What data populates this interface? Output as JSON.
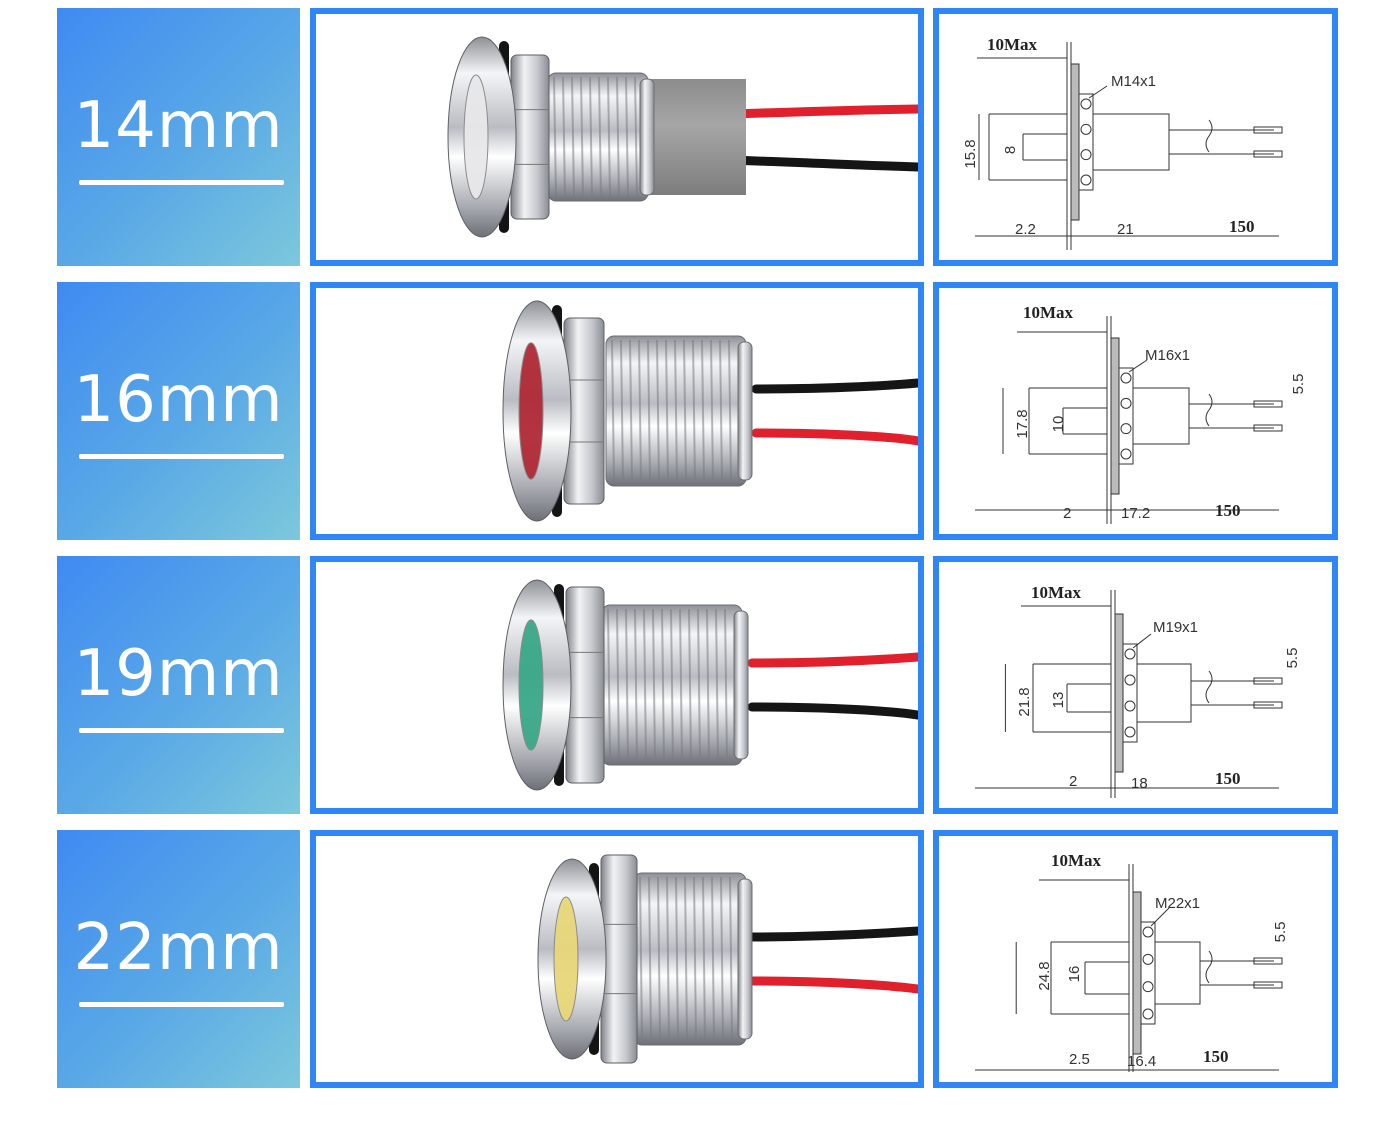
{
  "rows": [
    {
      "size_label": "14mm",
      "lamp_color": "#e8e8ea",
      "has_sleeve": true,
      "drawing": {
        "max": "10Max",
        "thread": "M14x1",
        "height": "15.8",
        "inner": "8",
        "flange": "2.2",
        "body": "21",
        "wire": "150",
        "gap": ""
      }
    },
    {
      "size_label": "16mm",
      "lamp_color": "#b02a36",
      "has_sleeve": false,
      "drawing": {
        "max": "10Max",
        "thread": "M16x1",
        "height": "17.8",
        "inner": "10",
        "flange": "2",
        "body": "17.2",
        "wire": "150",
        "gap": "5.5"
      }
    },
    {
      "size_label": "19mm",
      "lamp_color": "#3aa889",
      "has_sleeve": false,
      "drawing": {
        "max": "10Max",
        "thread": "M19x1",
        "height": "21.8",
        "inner": "13",
        "flange": "2",
        "body": "18",
        "wire": "150",
        "gap": "5.5"
      }
    },
    {
      "size_label": "22mm",
      "lamp_color": "#e8d77a",
      "has_sleeve": false,
      "drawing": {
        "max": "10Max",
        "thread": "M22x1",
        "height": "24.8",
        "inner": "16",
        "flange": "2.5",
        "body": "16.4",
        "wire": "150",
        "gap": "5.5"
      }
    }
  ],
  "colors": {
    "frame": "#2f86f6",
    "wire_red": "#e0202c",
    "wire_black": "#151515",
    "sleeve": "#9a9a9a"
  }
}
